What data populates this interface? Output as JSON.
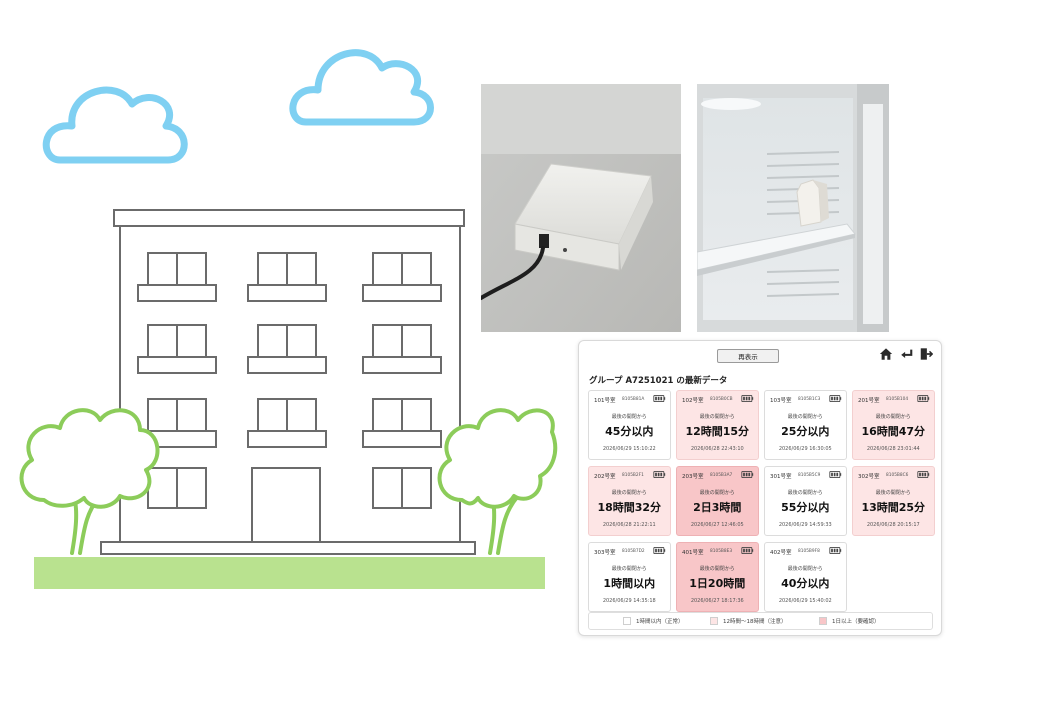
{
  "dashboard": {
    "refresh_label": "再表示",
    "title": "グループ A7251021 の最新データ",
    "icons": [
      "home-icon",
      "return-icon",
      "logout-icon"
    ],
    "cards": [
      {
        "room": "101号室",
        "device": "8105B81A",
        "since": "最後の開閉から",
        "elapsed": "45分以内",
        "time": "2026/06/29 15:10:22",
        "status": "normal"
      },
      {
        "room": "102号室",
        "device": "8105B0CB",
        "since": "最後の開閉から",
        "elapsed": "12時間15分",
        "time": "2026/06/28 22:43:10",
        "status": "warn"
      },
      {
        "room": "103号室",
        "device": "8105B1C3",
        "since": "最後の開閉から",
        "elapsed": "25分以内",
        "time": "2026/06/29 16:30:05",
        "status": "normal"
      },
      {
        "room": "201号室",
        "device": "8105B104",
        "since": "最後の開閉から",
        "elapsed": "16時間47分",
        "time": "2026/06/28 23:01:44",
        "status": "warn"
      },
      {
        "room": "202号室",
        "device": "8105B2F1",
        "since": "最後の開閉から",
        "elapsed": "18時間32分",
        "time": "2026/06/28 21:22:11",
        "status": "warn"
      },
      {
        "room": "203号室",
        "device": "8105B3A7",
        "since": "最後の開閉から",
        "elapsed": "2日3時間",
        "time": "2026/06/27 12:46:05",
        "status": "alert"
      },
      {
        "room": "301号室",
        "device": "8105B5C9",
        "since": "最後の開閉から",
        "elapsed": "55分以内",
        "time": "2026/06/29 14:59:33",
        "status": "normal"
      },
      {
        "room": "302号室",
        "device": "8105B8C6",
        "since": "最後の開閉から",
        "elapsed": "13時間25分",
        "time": "2026/06/28 20:15:17",
        "status": "warn"
      },
      {
        "room": "303号室",
        "device": "8105B7D2",
        "since": "最後の開閉から",
        "elapsed": "1時間以内",
        "time": "2026/06/29 14:35:18",
        "status": "normal"
      },
      {
        "room": "401号室",
        "device": "8105B8E3",
        "since": "最後の開閉から",
        "elapsed": "1日20時間",
        "time": "2026/06/27 18:17:36",
        "status": "alert"
      },
      {
        "room": "402号室",
        "device": "8105B9F8",
        "since": "最後の開閉から",
        "elapsed": "40分以内",
        "time": "2026/06/29 15:40:02",
        "status": "normal"
      }
    ],
    "legend": [
      {
        "label": "1時間以内（正常）",
        "color": "#ffffff"
      },
      {
        "label": "12時間〜18時間（注意）",
        "color": "#fde5e5"
      },
      {
        "label": "1日以上（要確認）",
        "color": "#f8c6c8"
      }
    ]
  },
  "colors": {
    "cloud": "#7fd0f2",
    "tree": "#8ccc5a",
    "grass": "#b9e28f",
    "building": "#6b6b6b",
    "normal": "#ffffff",
    "warn": "#fde5e5",
    "alert": "#f8c6c8"
  }
}
